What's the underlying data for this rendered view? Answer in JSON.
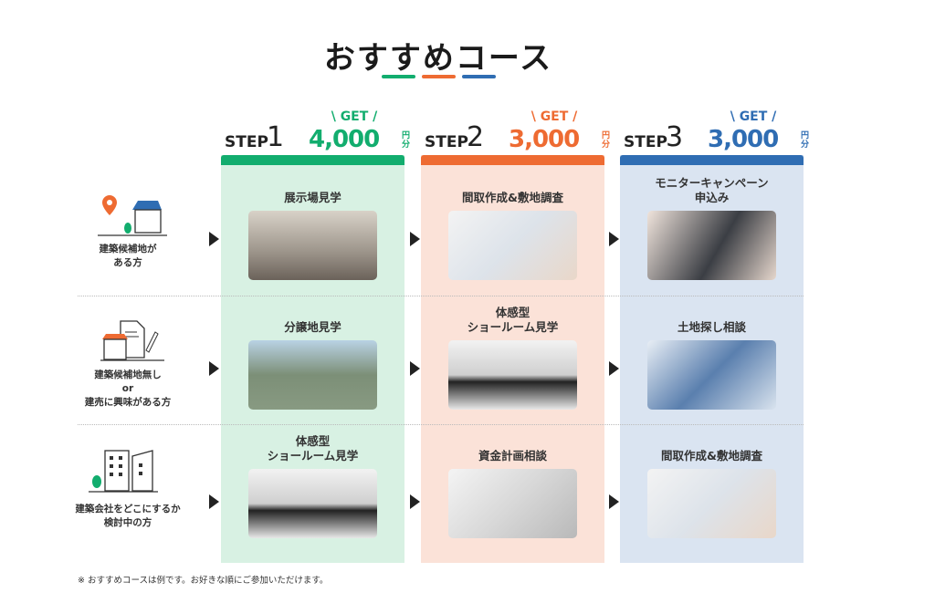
{
  "title": "おすすめコース",
  "colors": {
    "step1": "#12ad6e",
    "step2": "#ee6b32",
    "step3": "#2f6db3",
    "bg1": "#d8f1e3",
    "bg2": "#fbe2d8",
    "bg3": "#dae4f1"
  },
  "steps": [
    {
      "label": "STEP",
      "number": "1",
      "get": "\\ GET /",
      "amount": "4,000",
      "unit": "円分"
    },
    {
      "label": "STEP",
      "number": "2",
      "get": "\\ GET /",
      "amount": "3,000",
      "unit": "円分"
    },
    {
      "label": "STEP",
      "number": "3",
      "get": "\\ GET /",
      "amount": "3,000",
      "unit": "円分"
    }
  ],
  "rows": [
    {
      "who": "建築候補地が\nある方",
      "icon": "house-with-location-pin-icon",
      "cells": [
        "展示場見学",
        "間取作成&敷地調査",
        "モニターキャンペーン\n申込み"
      ]
    },
    {
      "who": "建築候補地無し\nor\n建売に興味がある方",
      "icon": "house-with-document-icon",
      "cells": [
        "分譲地見学",
        "体感型\nショールーム見学",
        "土地探し相談"
      ]
    },
    {
      "who": "建築会社をどこにするか\n検討中の方",
      "icon": "buildings-icon",
      "cells": [
        "体感型\nショールーム見学",
        "資金計画相談",
        "間取作成&敷地調査"
      ]
    }
  ],
  "footnote": "※ おすすめコースは例です。お好きな順にご参加いただけます。"
}
